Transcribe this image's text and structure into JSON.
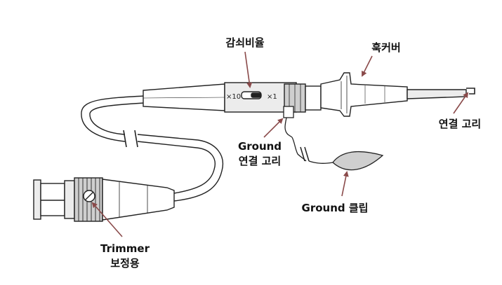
{
  "labels": {
    "attenuation": "감쇠비율",
    "hook_cover": "훅커버",
    "connect_hook": "연결 고리",
    "ground_line1": "Ground",
    "ground_line2": "연결 고리",
    "ground_clip": "Ground 클립",
    "trimmer_line1": "Trimmer",
    "trimmer_line2": "보정용"
  },
  "switch": {
    "x10": "×10",
    "x1": "×1"
  },
  "colors": {
    "ink": "#222222",
    "arrow": "#8a4a4a",
    "shade": "#cfcfcf",
    "light": "#ececec"
  }
}
